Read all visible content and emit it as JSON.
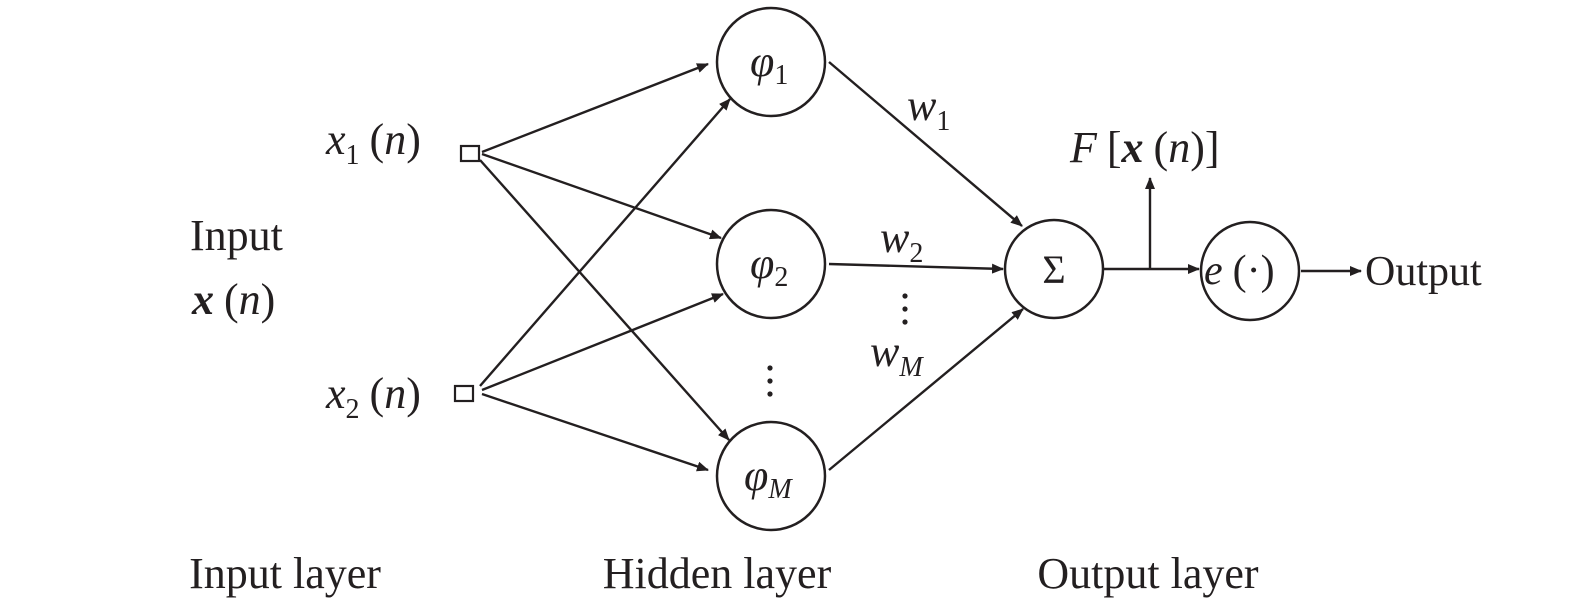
{
  "input": {
    "x1": {
      "var": "x",
      "sub": "1",
      "arg": "(",
      "argvar": "n",
      "argclose": ")"
    },
    "x2": {
      "var": "x",
      "sub": "2",
      "arg": "(",
      "argvar": "n",
      "argclose": ")"
    },
    "title": "Input",
    "vector": {
      "var": "x",
      "open": "(",
      "argvar": "n",
      "close": ")"
    }
  },
  "hidden": {
    "phi1": {
      "sym": "φ",
      "sub": "1"
    },
    "phi2": {
      "sym": "φ",
      "sub": "2"
    },
    "phiM": {
      "sym": "φ",
      "sub": "M"
    }
  },
  "weights": {
    "w1": {
      "sym": "w",
      "sub": "1"
    },
    "w2": {
      "sym": "w",
      "sub": "2"
    },
    "wM": {
      "sym": "w",
      "sub": "M"
    }
  },
  "output": {
    "sum": "Σ",
    "activation": {
      "sym": "e",
      "arg": "(·)"
    },
    "F": {
      "sym": "F",
      "open": "[",
      "var": "x",
      "p_open": "(",
      "argvar": "n",
      "p_close": ")",
      "close": "]"
    },
    "label": "Output"
  },
  "layers": {
    "input": "Input layer",
    "hidden": "Hidden layer",
    "output": "Output layer"
  },
  "colors": {
    "ink": "#231f20",
    "background": "#ffffff"
  }
}
